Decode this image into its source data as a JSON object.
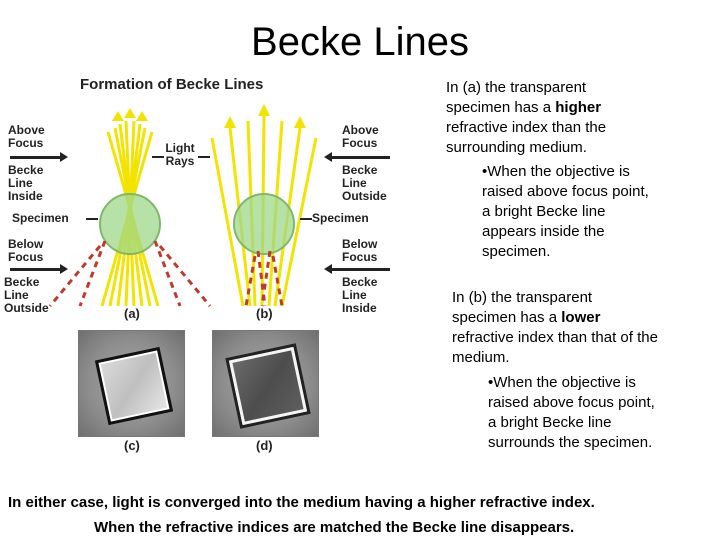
{
  "title": "Becke Lines",
  "figure": {
    "heading": "Formation of Becke Lines",
    "left_labels": {
      "above_focus": "Above Focus",
      "becke_line_inside": "Becke Line Inside",
      "specimen": "Specimen",
      "below_focus": "Below Focus",
      "becke_line_outside": "Becke Line Outside"
    },
    "center_label": "Light Rays",
    "right_labels": {
      "above_focus": "Above Focus",
      "becke_line_outside": "Becke Line Outside",
      "specimen": "Specimen",
      "below_focus": "Below Focus",
      "becke_line_inside": "Becke Line Inside"
    },
    "panel_a": "(a)",
    "panel_b": "(b)",
    "panel_c": "(c)",
    "panel_d": "(d)",
    "colors": {
      "ray": "#f2e400",
      "ray_edge": "#c9b800",
      "specimen": "#9fd88a",
      "becke_dash": "#c0392b"
    }
  },
  "text_a": {
    "line1": "In (a) the transparent",
    "line2_pre": "specimen has a ",
    "line2_bold": "higher",
    "line3": "refractive index than the",
    "line4": "surrounding medium.",
    "bullet1": "•When the objective is",
    "bullet2": "raised above focus point,",
    "bullet3": "a bright Becke line",
    "bullet4": "appears inside the",
    "bullet5": "specimen."
  },
  "text_b": {
    "line1": "In (b) the transparent",
    "line2_pre": "specimen has a ",
    "line2_bold": "lower",
    "line3": "refractive index than that of the",
    "line4": "medium.",
    "bullet1": "•When the objective is",
    "bullet2": "raised above focus point,",
    "bullet3": "a bright Becke line",
    "bullet4": "surrounds the specimen."
  },
  "conclusion": {
    "line1": "In either case, light is converged into the medium having a higher refractive index.",
    "line2": "When the refractive indices are matched the Becke line disappears."
  }
}
